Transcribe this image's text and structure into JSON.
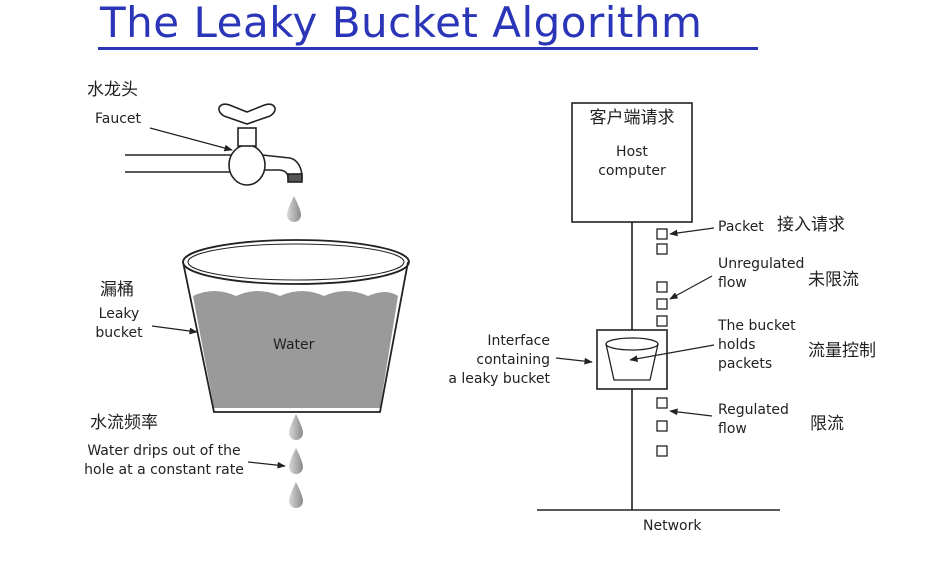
{
  "title": "The Leaky Bucket Algorithm",
  "left_diagram": {
    "faucet_cn": "水龙头",
    "faucet_en": "Faucet",
    "bucket_cn": "漏桶",
    "bucket_en_line1": "Leaky",
    "bucket_en_line2": "bucket",
    "water": "Water",
    "rate_cn": "水流频率",
    "rate_en_line1": "Water drips out of the",
    "rate_en_line2": "hole at a constant rate"
  },
  "right_diagram": {
    "host_cn": "客户端请求",
    "host_en_line1": "Host",
    "host_en_line2": "computer",
    "packet_en": "Packet",
    "packet_cn": "接入请求",
    "unregulated_line1": "Unregulated",
    "unregulated_line2": "flow",
    "unregulated_cn": "未限流",
    "bucket_holds_line1": "The bucket",
    "bucket_holds_line2": "holds",
    "bucket_holds_line3": "packets",
    "bucket_holds_cn": "流量控制",
    "interface_line1": "Interface",
    "interface_line2": "containing",
    "interface_line3": "a leaky bucket",
    "regulated_line1": "Regulated",
    "regulated_line2": "flow",
    "regulated_cn": "限流",
    "network": "Network"
  },
  "colors": {
    "title": "#2a35b8",
    "water": "#9a9a9a",
    "line": "#222222"
  }
}
